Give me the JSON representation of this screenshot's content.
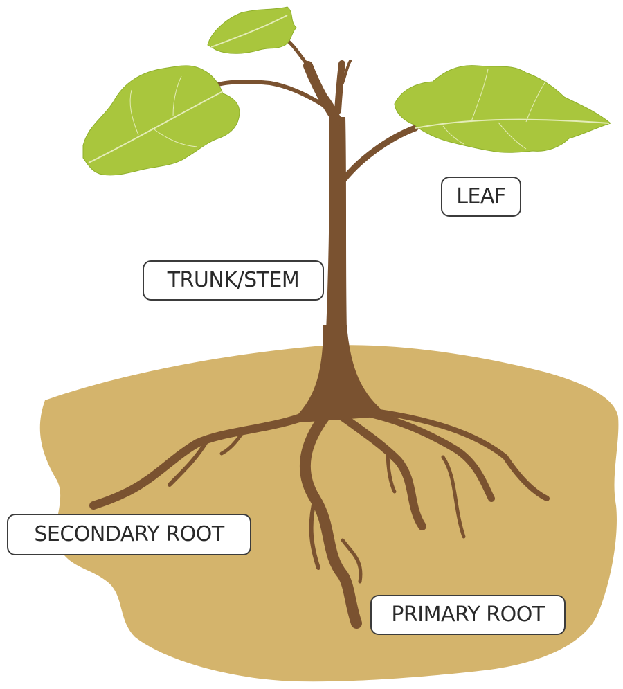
{
  "labels": {
    "leaf": "LEAF",
    "trunk_stem": "TRUNK/STEM",
    "secondary_root": "SECONDARY ROOT",
    "primary_root": "PRIMARY ROOT"
  },
  "colors": {
    "soil": "#d4b46c",
    "trunk": "#7a5230",
    "leaf": "#a9c63d",
    "leaf_vein": "#e4ecb8",
    "label_border": "#3b3b3b"
  }
}
